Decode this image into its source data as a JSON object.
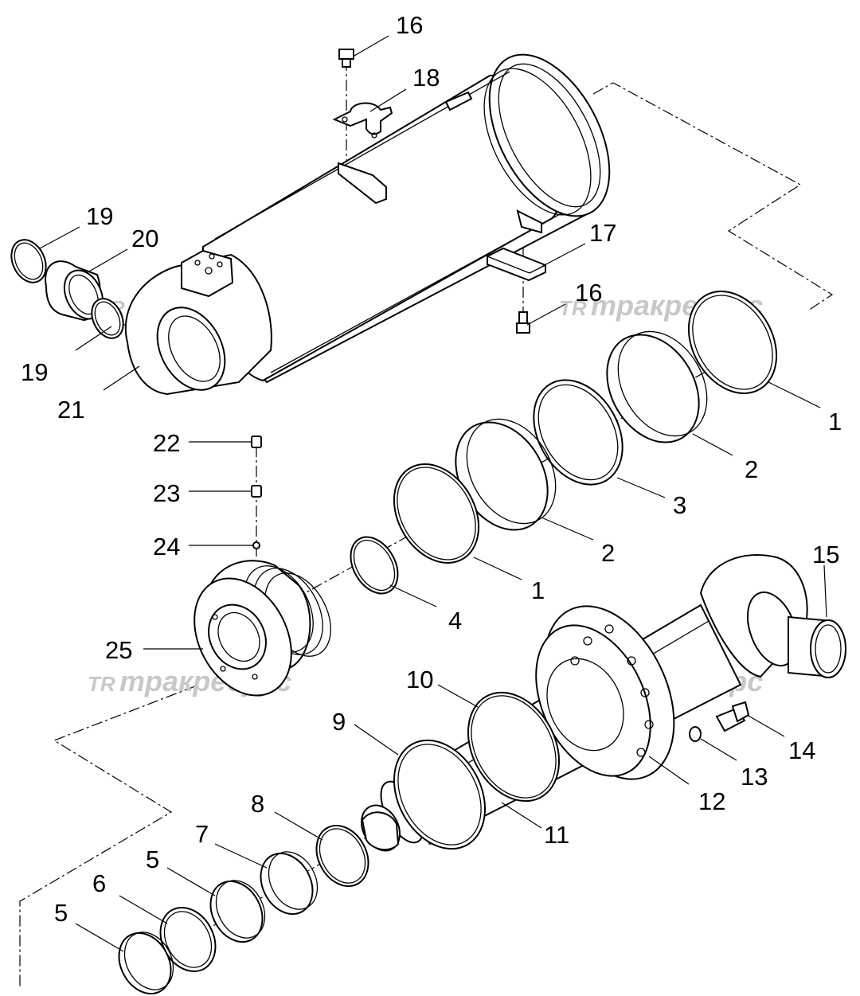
{
  "watermark": {
    "logo": "TR",
    "text": "тракресурс"
  },
  "callouts": [
    {
      "id": "c16a",
      "label": "16"
    },
    {
      "id": "c18",
      "label": "18"
    },
    {
      "id": "c19a",
      "label": "19"
    },
    {
      "id": "c20",
      "label": "20"
    },
    {
      "id": "c17",
      "label": "17"
    },
    {
      "id": "c16b",
      "label": "16"
    },
    {
      "id": "c19b",
      "label": "19"
    },
    {
      "id": "c21",
      "label": "21"
    },
    {
      "id": "c1a",
      "label": "1"
    },
    {
      "id": "c2a",
      "label": "2"
    },
    {
      "id": "c3",
      "label": "3"
    },
    {
      "id": "c22",
      "label": "22"
    },
    {
      "id": "c23",
      "label": "23"
    },
    {
      "id": "c24",
      "label": "24"
    },
    {
      "id": "c2b",
      "label": "2"
    },
    {
      "id": "c1b",
      "label": "1"
    },
    {
      "id": "c15",
      "label": "15"
    },
    {
      "id": "c4",
      "label": "4"
    },
    {
      "id": "c25",
      "label": "25"
    },
    {
      "id": "c10",
      "label": "10"
    },
    {
      "id": "c9",
      "label": "9"
    },
    {
      "id": "c14",
      "label": "14"
    },
    {
      "id": "c13",
      "label": "13"
    },
    {
      "id": "c12",
      "label": "12"
    },
    {
      "id": "c8",
      "label": "8"
    },
    {
      "id": "c11",
      "label": "11"
    },
    {
      "id": "c7",
      "label": "7"
    },
    {
      "id": "c5a",
      "label": "5"
    },
    {
      "id": "c6",
      "label": "6"
    },
    {
      "id": "c5b",
      "label": "5"
    }
  ]
}
